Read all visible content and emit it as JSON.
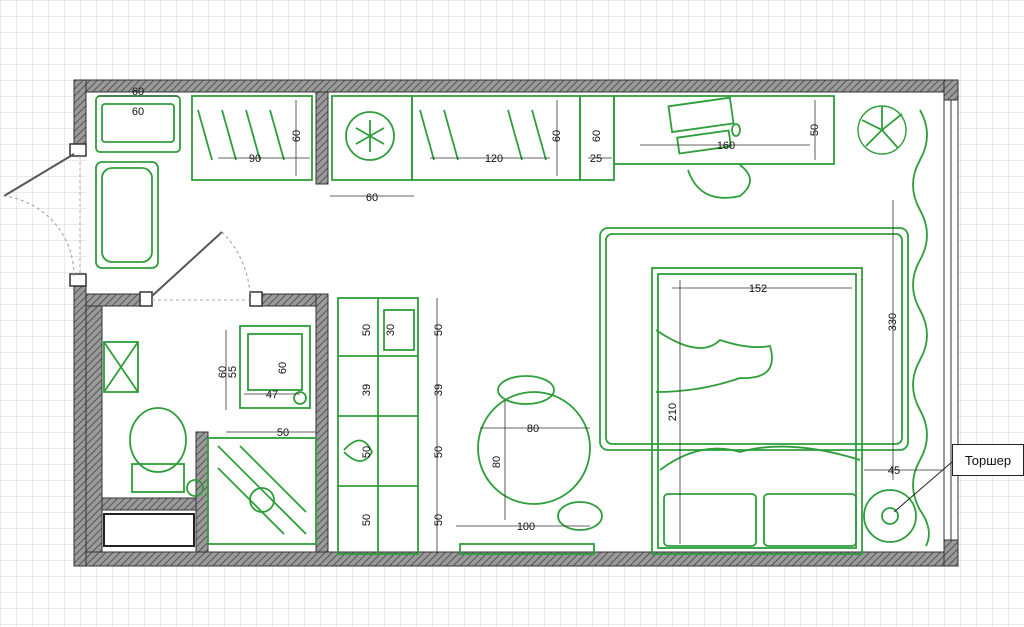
{
  "dimensions": {
    "bath_width": "60",
    "basin_width": "60",
    "wardrobe_width": "90",
    "wardrobe_depth": "60",
    "passage_width": "60",
    "kitchen_upper_width": "120",
    "kitchen_depth": "60",
    "fridge_depth": "60",
    "shelf_width": "25",
    "desk_width": "160",
    "desk_depth": "50",
    "bed_width": "152",
    "room_length": "330",
    "bed_length": "210",
    "lamp_offset": "45",
    "table_width": "80",
    "table_depth": "80",
    "rug_width": "100",
    "cabinet_1": "50",
    "cabinet_2": "39",
    "cabinet_3": "50",
    "cabinet_4": "50",
    "cabinet_side_1": "50",
    "cabinet_side_2": "39",
    "cabinet_side_3": "50",
    "cabinet_side_4": "50",
    "hob_width": "30",
    "sink_depth": "60",
    "sink_width": "47",
    "basin2_width": "60",
    "basin2_depth": "55",
    "shower_width": "50"
  },
  "labels": {
    "floor_lamp": "Торшер"
  },
  "colors": {
    "furniture": "#2e9e3a",
    "walls": "#333333",
    "grid": "#d6d6d6"
  }
}
